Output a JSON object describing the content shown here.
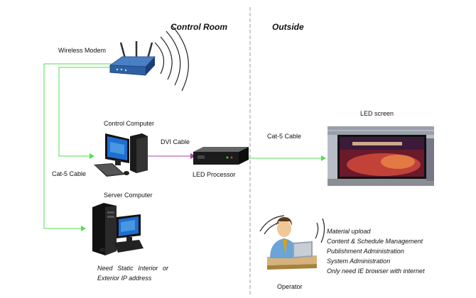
{
  "sections": {
    "left": "Control Room",
    "right": "Outside"
  },
  "devices": {
    "modem": "Wireless Modem",
    "control_computer": "Control Computer",
    "server_computer": "Server Computer",
    "led_processor": "LED Processor",
    "led_screen": "LED screen",
    "operator": "Operator"
  },
  "cables": {
    "dvi": "DVI Cable",
    "cat5_left": "Cat-5 Cable",
    "cat5_right": "Cat-5 Cable"
  },
  "server_note": {
    "line1_words": [
      "Need",
      "Static",
      "Interior",
      "or"
    ],
    "line2": "Exterior IP address"
  },
  "operator_features": [
    "Material upload",
    "Content & Schedule Management",
    "Publishment Administration",
    "System Administration",
    "Only need IE browser with internet"
  ],
  "colors": {
    "network_link": "#55dd55",
    "dvi_link": "#aa44aa",
    "divider": "#999999"
  }
}
